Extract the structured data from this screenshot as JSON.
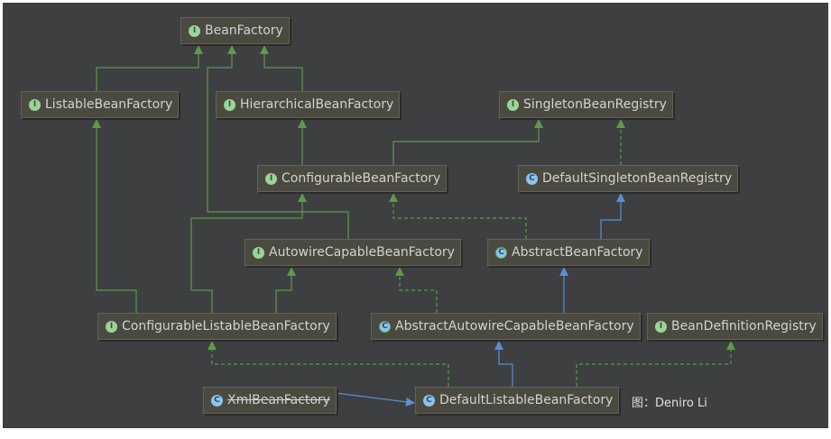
{
  "nodes": {
    "bean_factory": {
      "kind": "I",
      "label": "BeanFactory"
    },
    "listable_bean_factory": {
      "kind": "I",
      "label": "ListableBeanFactory"
    },
    "hierarchical_bean_factory": {
      "kind": "I",
      "label": "HierarchicalBeanFactory"
    },
    "singleton_bean_registry": {
      "kind": "I",
      "label": "SingletonBeanRegistry"
    },
    "configurable_bean_factory": {
      "kind": "I",
      "label": "ConfigurableBeanFactory"
    },
    "default_singleton_bean_registry": {
      "kind": "C",
      "label": "DefaultSingletonBeanRegistry"
    },
    "autowire_capable_bean_factory": {
      "kind": "I",
      "label": "AutowireCapableBeanFactory"
    },
    "abstract_bean_factory": {
      "kind": "A",
      "label": "AbstractBeanFactory"
    },
    "configurable_listable_bean_factory": {
      "kind": "I",
      "label": "ConfigurableListableBeanFactory"
    },
    "abstract_autowire_capable_bean_factory": {
      "kind": "A",
      "label": "AbstractAutowireCapableBeanFactory"
    },
    "bean_definition_registry": {
      "kind": "I",
      "label": "BeanDefinitionRegistry"
    },
    "xml_bean_factory": {
      "kind": "C",
      "label": "XmlBeanFactory",
      "deprecated": true
    },
    "default_listable_bean_factory": {
      "kind": "C",
      "label": "DefaultListableBeanFactory"
    }
  },
  "credit": "图：Deniro Li",
  "colors": {
    "background": "#3d3f41",
    "node_fill": "#4b4a40",
    "interface_extends": "#5e9a4a",
    "class_extends": "#5a8fd8",
    "text": "#d2d2d2"
  }
}
